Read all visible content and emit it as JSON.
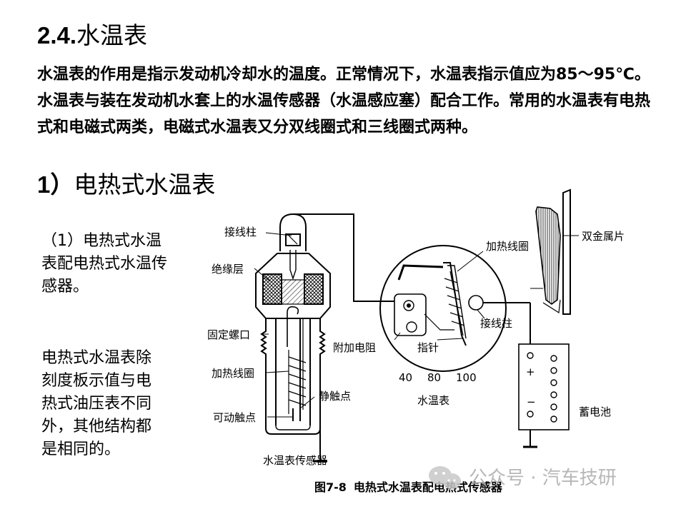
{
  "section_title": {
    "number": "2.4.",
    "text": "水温表"
  },
  "intro_text": "水温表的作用是指示发动机冷却水的温度。正常情况下，水温表指示值应为85～95℃。水温表与装在发动机水套上的水温传感器（水温感应塞）配合工作。常用的水温表有电热式和电磁式两类，电磁式水温表又分双线圈式和三线圈式两种。",
  "sub_heading": {
    "number": "1）",
    "text": "电热式水温表"
  },
  "side_note_1": "（1）电热式水温表配电热式水温传感器。",
  "side_note_2": "电热式水温表除刻度板示值与电热式油压表不同外，其他结构都是相同的。",
  "diagram": {
    "sensor_labels": {
      "terminal": "接线柱",
      "insulation": "绝缘层",
      "fixing_nut": "固定螺口",
      "heating_coil": "加热线圈",
      "static_contact": "静触点",
      "movable_contact": "可动触点",
      "sensor_name": "水温表传感器"
    },
    "gauge_labels": {
      "heating_coil": "加热线圈",
      "bimetal": "双金属片",
      "terminal": "接线柱",
      "extra_resistor": "附加电阻",
      "pointer": "指针",
      "scale": [
        "40",
        "80",
        "100"
      ],
      "gauge_name": "水温表"
    },
    "battery": {
      "plus": "+",
      "minus": "−",
      "label": "蓄电池"
    },
    "caption": {
      "figure_no": "图7-8",
      "text": "电热式水温表配电热式传感器"
    }
  },
  "watermark": {
    "text": "公众号 · 汽车技研",
    "icon": "wechat-icon"
  }
}
